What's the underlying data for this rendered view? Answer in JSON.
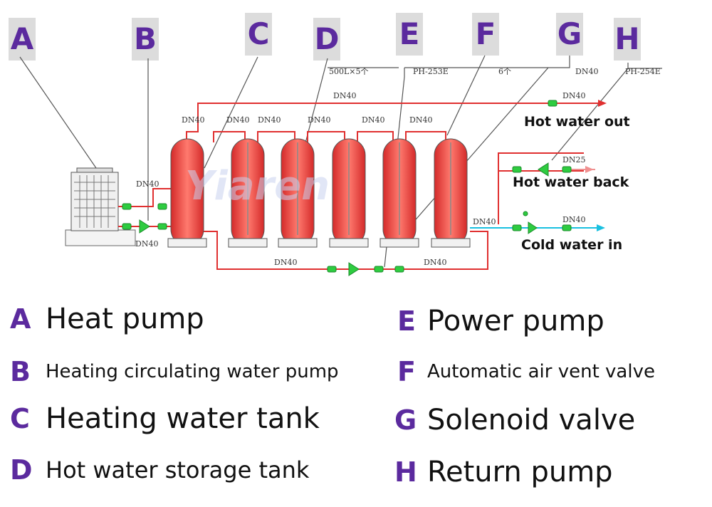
{
  "letters": [
    "A",
    "B",
    "C",
    "D",
    "E",
    "F",
    "G",
    "H"
  ],
  "pipe_labels": {
    "dn40": "DN40",
    "dn25": "DN25",
    "tank_spec": "500L×5个",
    "model_e": "PH-253E",
    "count": "6个",
    "model_h": "PH-254E"
  },
  "flows": {
    "hot_out": "Hot water out",
    "hot_back": "Hot water back",
    "cold_in": "Cold water in"
  },
  "watermark": "Yiaren",
  "colors": {
    "letter": "#5b2a9e",
    "hot_pipe": "#e03030",
    "cold_pipe": "#19c0e0",
    "valve": "#2ecc40",
    "tank_top": "#d42a2a",
    "tank_mid": "#ff7a6e"
  },
  "legend": [
    {
      "key": "A",
      "text": "Heat pump"
    },
    {
      "key": "B",
      "text": "Heating circulating water pump"
    },
    {
      "key": "C",
      "text": "Heating water tank"
    },
    {
      "key": "D",
      "text": "Hot water storage tank"
    },
    {
      "key": "E",
      "text": "Power pump"
    },
    {
      "key": "F",
      "text": "Automatic air vent valve"
    },
    {
      "key": "G",
      "text": "Solenoid valve"
    },
    {
      "key": "H",
      "text": "Return pump"
    }
  ]
}
